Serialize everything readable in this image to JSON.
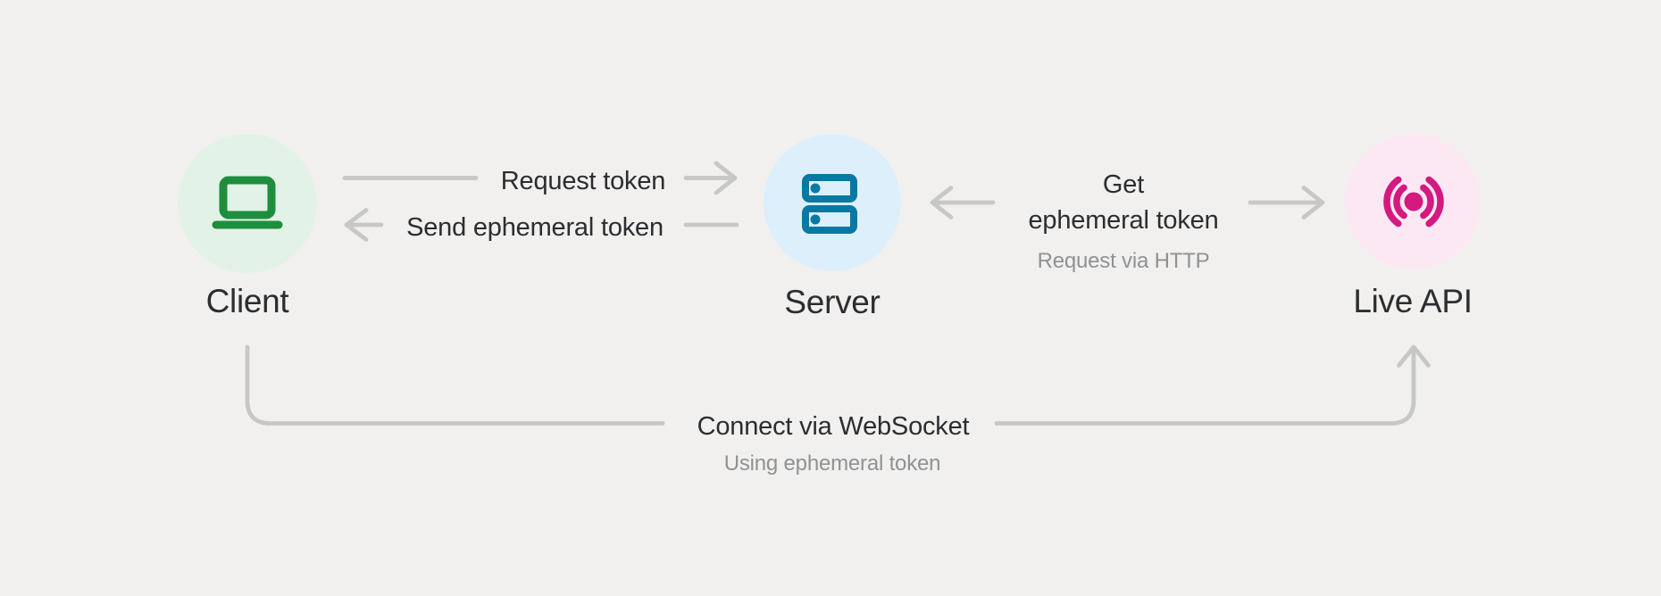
{
  "colors": {
    "bg": "#F1F0EE",
    "line": "#C7C7C5",
    "text": "#2B2D30",
    "subtext": "#8F9294",
    "client_circle": "#E3F2E6",
    "client_icon": "#1E8E3E",
    "server_circle": "#DCEFFB",
    "server_icon": "#0879A2",
    "live_circle": "#FCE8F3",
    "live_icon": "#D21A80"
  },
  "nodes": {
    "client": {
      "label": "Client",
      "icon": "laptop-icon"
    },
    "server": {
      "label": "Server",
      "icon": "server-icon"
    },
    "live_api": {
      "label": "Live API",
      "icon": "broadcast-icon"
    }
  },
  "edges": {
    "request_token": {
      "label": "Request token",
      "direction": "client-to-server"
    },
    "send_ephemeral_token": {
      "label": "Send ephemeral token",
      "direction": "server-to-client"
    },
    "get_ephemeral_token": {
      "lines": [
        "Get",
        "ephemeral token"
      ],
      "sublabel": "Request via HTTP",
      "direction": "server-to-live-api"
    },
    "connect_websocket": {
      "label": "Connect via WebSocket",
      "sublabel": "Using ephemeral token",
      "direction": "client-to-live-api"
    }
  }
}
